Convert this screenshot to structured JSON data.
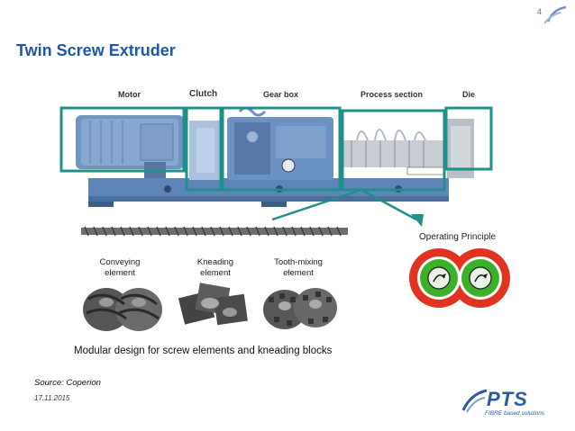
{
  "slide": {
    "title": "Twin Screw Extruder",
    "page_number": "4",
    "date": "17.11.2015",
    "source": "Source: Coperion",
    "caption": "Modular design for screw elements and kneading blocks"
  },
  "machine": {
    "sections": [
      "Motor",
      "Clutch",
      "Gear box",
      "Process section",
      "Die"
    ]
  },
  "elements": [
    {
      "label_line1": "Conveying",
      "label_line2": "element"
    },
    {
      "label_line1": "Kneading",
      "label_line2": "element"
    },
    {
      "label_line1": "Tooth-mixing",
      "label_line2": "element"
    }
  ],
  "operating_principle": {
    "label": "Operating Principle"
  },
  "logo": {
    "name": "PTS",
    "tagline": "FIBRE based solutions"
  },
  "colors": {
    "title": "#1f56a8",
    "frame": "#1f8f8a",
    "machine": "#5b87b8",
    "principle_red": "#e1331f",
    "principle_green": "#3db02b",
    "logo": "#2d5aa0"
  }
}
